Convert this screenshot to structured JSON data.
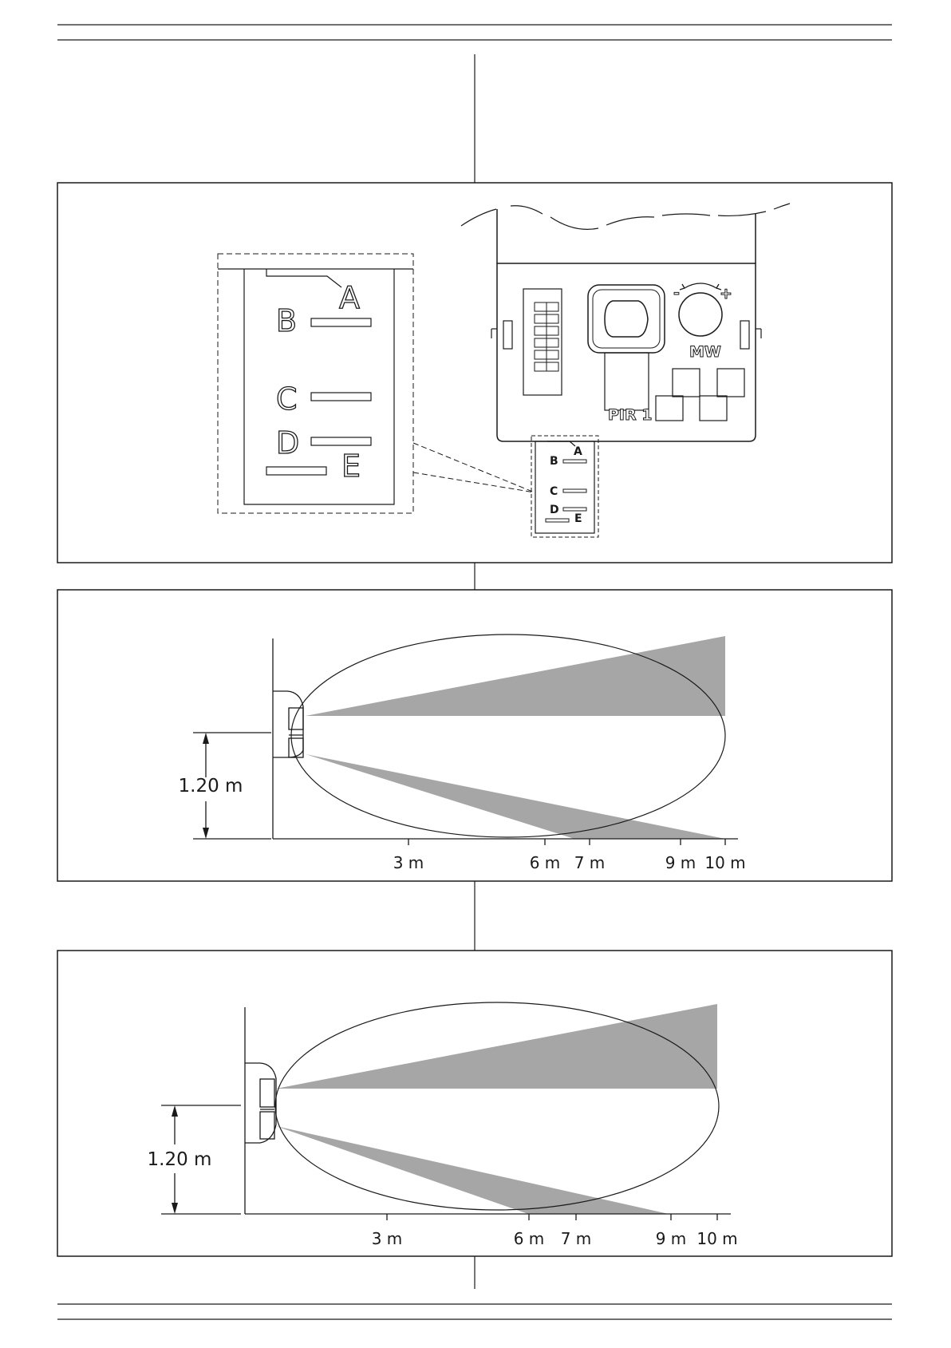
{
  "figure1": {
    "detail": {
      "labels": [
        "A",
        "B",
        "C",
        "D",
        "E"
      ]
    },
    "board": {
      "labels": [
        "A",
        "B",
        "C",
        "D",
        "E"
      ],
      "mw": "MW",
      "pir": "PIR 1",
      "minus": "-",
      "plus": "+"
    }
  },
  "figure2": {
    "height_label": "1.20 m",
    "tick_labels": [
      "3 m",
      "6 m",
      "7 m",
      "9 m",
      "10 m"
    ]
  },
  "figure3": {
    "height_label": "1.20 m",
    "tick_labels": [
      "3 m",
      "6 m",
      "7 m",
      "9 m",
      "10 m"
    ]
  },
  "colors": {
    "line": "#1a1a1a",
    "zone_fill": "#a6a6a6"
  }
}
